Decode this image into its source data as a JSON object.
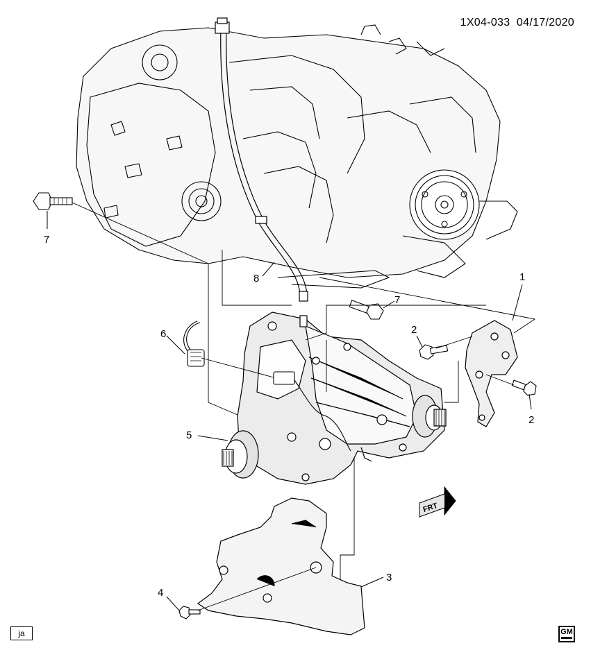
{
  "header": {
    "drawing_id": "1X04-033",
    "date": "04/17/2020"
  },
  "callouts": [
    {
      "id": "c1",
      "label": "1"
    },
    {
      "id": "c2a",
      "label": "2"
    },
    {
      "id": "c2b",
      "label": "2"
    },
    {
      "id": "c3",
      "label": "3"
    },
    {
      "id": "c4",
      "label": "4"
    },
    {
      "id": "c5",
      "label": "5"
    },
    {
      "id": "c6",
      "label": "6"
    },
    {
      "id": "c7a",
      "label": "7"
    },
    {
      "id": "c7b",
      "label": "7"
    },
    {
      "id": "c8",
      "label": "8"
    }
  ],
  "front_arrow": {
    "label": "FRT"
  },
  "footer": {
    "illustrator_tag": "ja",
    "logo_text": "GM"
  },
  "colors": {
    "line": "#000000",
    "background": "#ffffff",
    "shade": "#dcdcdc"
  }
}
